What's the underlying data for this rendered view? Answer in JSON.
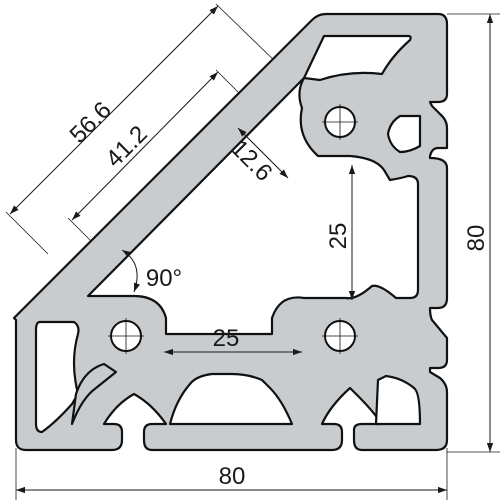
{
  "dimensions": {
    "diagonal_outer": "56.6",
    "diagonal_inner": "41.2",
    "slot_offset": "12.6",
    "vertical_pitch": "25",
    "horizontal_pitch": "25",
    "height": "80",
    "width": "80",
    "angle": "90°"
  },
  "colors": {
    "profile_fill": "#c9ccce",
    "outline": "#111111",
    "dimension": "#1a1a1a"
  }
}
